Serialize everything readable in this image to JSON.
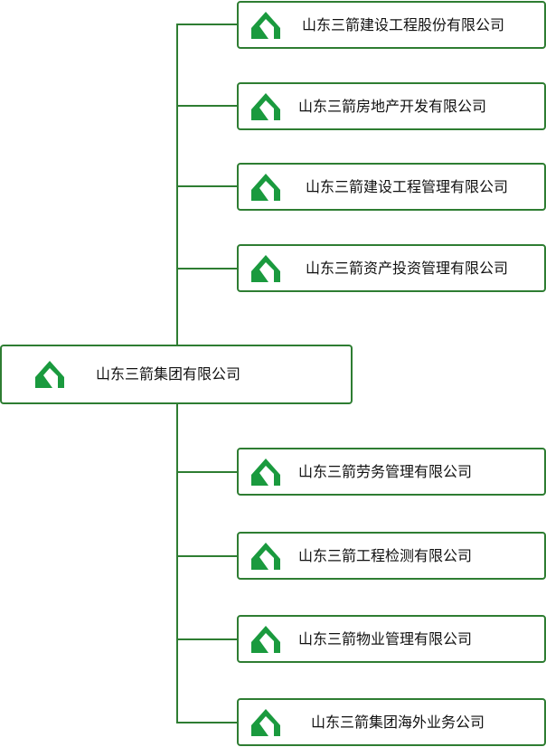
{
  "parent": {
    "name": "山东三箭集团有限公司"
  },
  "children": [
    {
      "name": "山东三箭建设工程股份有限公司"
    },
    {
      "name": "山东三箭房地产开发有限公司"
    },
    {
      "name": "山东三箭建设工程管理有限公司"
    },
    {
      "name": "山东三箭资产投资管理有限公司"
    },
    {
      "name": "山东三箭劳务管理有限公司"
    },
    {
      "name": "山东三箭工程检测有限公司"
    },
    {
      "name": "山东三箭物业管理有限公司"
    },
    {
      "name": "山东三箭集团海外业务公司"
    }
  ],
  "colors": {
    "brand": "#2e7d32",
    "logo": "#1a9a3e"
  },
  "icons": {
    "logo": "sanjian-logo-icon"
  }
}
